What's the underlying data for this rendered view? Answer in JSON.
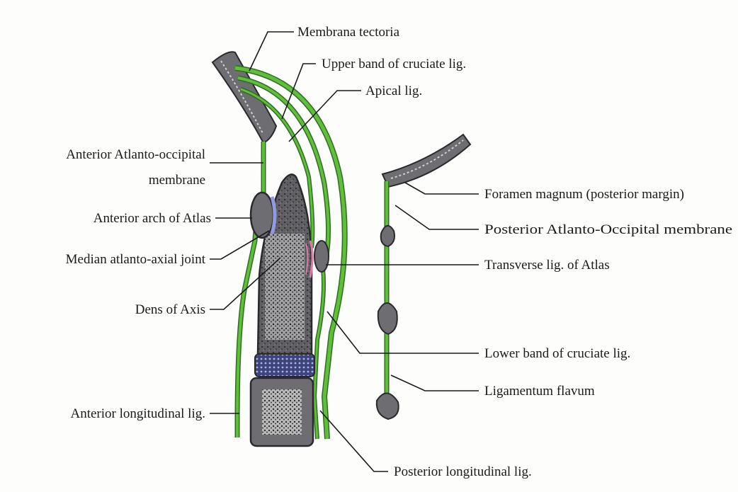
{
  "labels": {
    "membrana_tectoria": "Membrana tectoria",
    "upper_band": "Upper band of cruciate lig.",
    "apical": "Apical lig.",
    "ant_ao_line1": "Anterior Atlanto-occipital",
    "ant_ao_line2": "membrane",
    "ant_arch": "Anterior arch of Atlas",
    "median_joint": "Median atlanto-axial joint",
    "dens": "Dens of Axis",
    "ant_long": "Anterior longitudinal lig.",
    "foramen": "Foramen magnum (posterior margin)",
    "post_ao": "Posterior Atlanto-Occipital membrane",
    "transverse": "Transverse lig. of Atlas",
    "lower_band": "Lower band of cruciate lig.",
    "flavum": "Ligamentum flavum",
    "post_long": "Posterior longitudinal lig."
  },
  "colors": {
    "ligament": "#5fbf3a",
    "ligament_edge": "#2f6e22",
    "bone": "#6d6d72",
    "bone_edge": "#2a2a2e",
    "disc": "#4a4f8a",
    "joint_blue": "#8f9ae0",
    "joint_pink": "#e07aa8",
    "text": "#1a1a1a"
  }
}
